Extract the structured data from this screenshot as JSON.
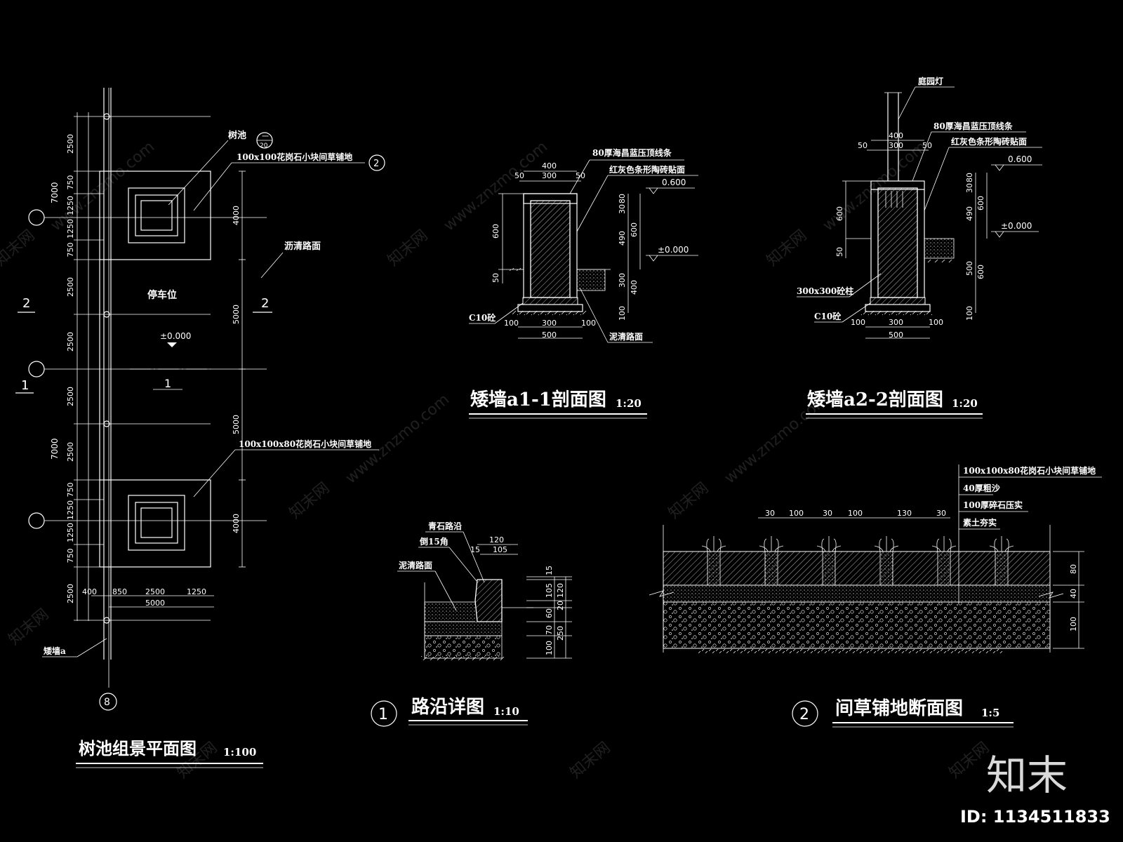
{
  "plan": {
    "title": "树池组景平面图",
    "scale": "1:100",
    "tree_pit_label": "树池",
    "tree_pit_ref_top": "一",
    "tree_pit_ref_bottom": "20",
    "paving_label_top": "100x100花岗石小块间草铺地",
    "paving_callout": "2",
    "asphalt_label": "沥清路面",
    "parking_label": "停车位",
    "elevation": "±0.000",
    "paving_label_bottom": "100x100x80花岗石小块间草铺地",
    "low_wall_label": "矮墙a",
    "grid_axis": "8",
    "section_2_left": "2",
    "section_2_right": "2",
    "section_1_left": "1",
    "section_1_center": "1",
    "dims_left_outer": [
      "7000",
      "7000"
    ],
    "dims_left_inner": [
      "2500",
      "750",
      "1250",
      "1250",
      "750",
      "2500",
      "2500",
      "2500",
      "2500",
      "750",
      "1250",
      "1250",
      "750",
      "2500"
    ],
    "dims_right": [
      "4000",
      "5000",
      "5000",
      "4000"
    ],
    "dims_bottom": [
      "400",
      "850",
      "2500",
      "1250"
    ],
    "dim_bottom_total": "5000"
  },
  "section_a1": {
    "title": "矮墙a1-1剖面图",
    "scale": "1:20",
    "label_coping": "80厚海昌蓝压顶线条",
    "label_tile": "红灰色条形陶砖贴面",
    "label_concrete": "C10砼",
    "label_asphalt": "泥清路面",
    "elev_top": "0.600",
    "elev_ground": "±0.000",
    "dims_top": [
      "400",
      "50",
      "300",
      "50"
    ],
    "dims_left": [
      "600",
      "50"
    ],
    "dims_right": [
      "80",
      "30",
      "490",
      "600",
      "300",
      "400",
      "100"
    ],
    "dims_bottom": [
      "100",
      "300",
      "100",
      "500"
    ]
  },
  "section_a2": {
    "title": "矮墙a2-2剖面图",
    "scale": "1:20",
    "label_lamp": "庭园灯",
    "label_coping": "80厚海昌蓝压顶线条",
    "label_tile": "红灰色条形陶砖贴面",
    "label_column": "300x300砼柱",
    "label_concrete": "C10砼",
    "elev_top": "0.600",
    "elev_ground": "±0.000",
    "dims_top": [
      "400",
      "50",
      "300",
      "50"
    ],
    "dims_left": [
      "600",
      "50"
    ],
    "dims_right": [
      "80",
      "30",
      "490",
      "600",
      "500",
      "600",
      "100"
    ],
    "dims_bottom": [
      "100",
      "300",
      "100",
      "500"
    ]
  },
  "curb": {
    "title": "路沿详图",
    "scale": "1:10",
    "callout": "1",
    "label_stone": "青石路沿",
    "label_chamfer": "倒15角",
    "label_asphalt": "泥清路面",
    "dims_top": [
      "120",
      "15",
      "105"
    ],
    "dims_right": [
      "15",
      "105",
      "120",
      "60",
      "70",
      "250",
      "20",
      "100"
    ]
  },
  "paving": {
    "title": "间草铺地断面图",
    "scale": "1:5",
    "callout": "2",
    "layers": [
      "100x100x80花岗石小块间草铺地",
      "40厚粗沙",
      "100厚碎石压实",
      "素土夯实"
    ],
    "dims_top": [
      "30",
      "100",
      "30",
      "100",
      "130",
      "30"
    ],
    "dims_right": [
      "80",
      "40",
      "100"
    ]
  },
  "watermark": {
    "brand": "知末",
    "id_label": "ID: 1134511833",
    "site": "www.znzmo.com",
    "site_cn": "知末网"
  }
}
